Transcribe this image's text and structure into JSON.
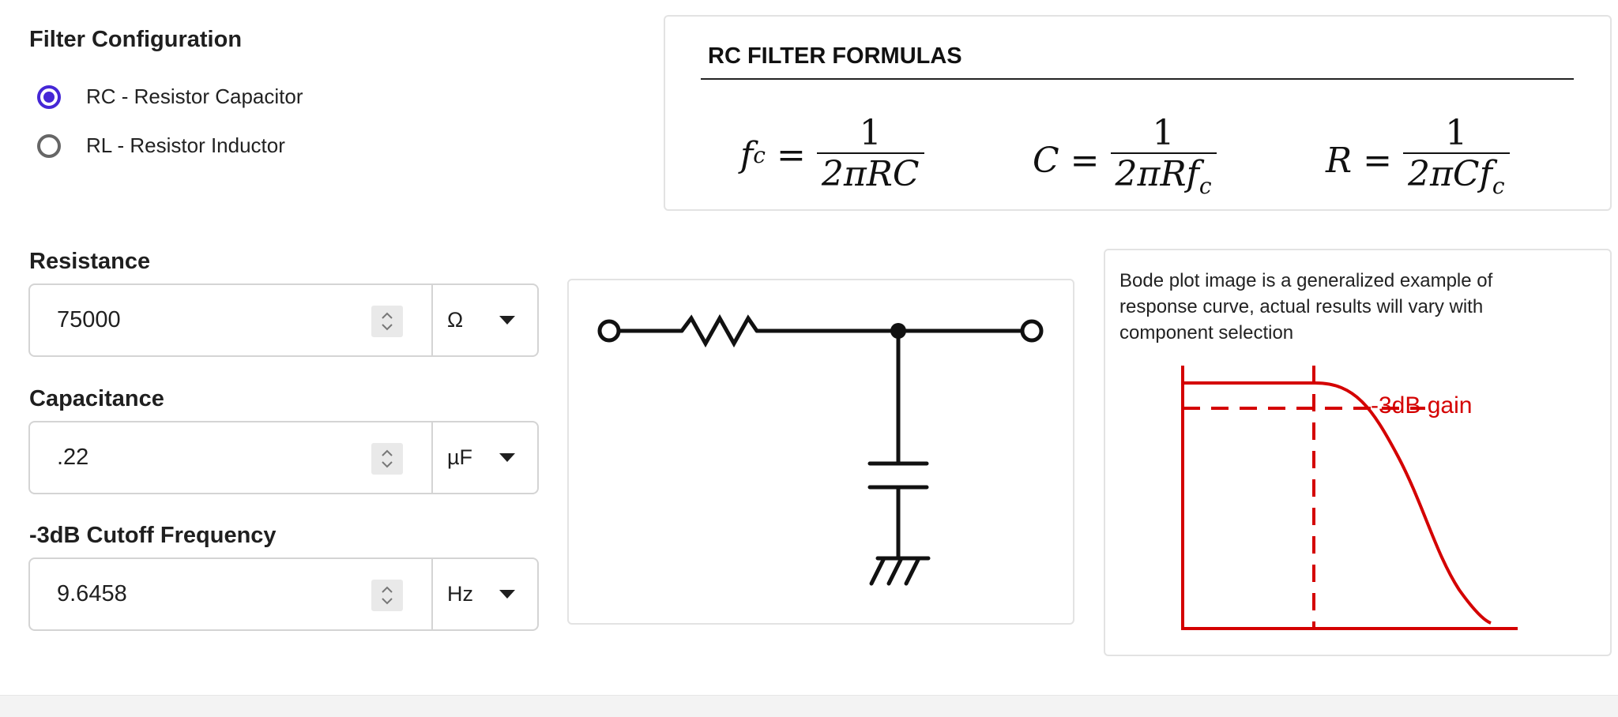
{
  "config": {
    "heading": "Filter Configuration",
    "options": [
      {
        "label": "RC - Resistor Capacitor",
        "checked": true
      },
      {
        "label": "RL - Resistor Inductor",
        "checked": false
      }
    ],
    "accent_color": "#4527d6"
  },
  "fields": {
    "resistance": {
      "label": "Resistance",
      "value": "75000",
      "unit": "Ω"
    },
    "capacitance": {
      "label": "Capacitance",
      "value": ".22",
      "unit": "µF"
    },
    "cutoff": {
      "label": "-3dB Cutoff Frequency",
      "value": "9.6458",
      "unit": "Hz"
    }
  },
  "formulas": {
    "title": "RC FILTER FORMULAS",
    "fc": {
      "lhs": "f",
      "lhs_sub": "c",
      "num": "1",
      "den": "2πRC"
    },
    "c": {
      "lhs": "C",
      "num": "1",
      "den": "2πRf",
      "den_sub": "c"
    },
    "r": {
      "lhs": "R",
      "num": "1",
      "den": "2πCf",
      "den_sub": "c"
    }
  },
  "bode": {
    "note": "Bode plot image is a generalized example of response curve, actual results will vary with component selection",
    "gain_label": "-3dB gain",
    "color": "#d40000"
  }
}
